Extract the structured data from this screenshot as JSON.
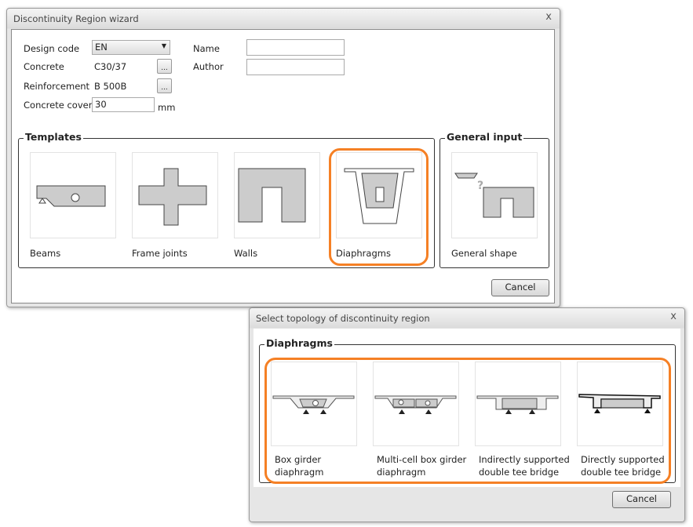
{
  "wizard": {
    "title": "Discontinuity Region wizard",
    "close": "x",
    "design_code_label": "Design code",
    "design_code_value": "EN",
    "concrete_label": "Concrete",
    "concrete_value": "C30/37",
    "reinforcement_label": "Reinforcement",
    "reinforcement_value": "B 500B",
    "cover_label": "Concrete cover",
    "cover_value": "30",
    "cover_unit": "mm",
    "name_label": "Name",
    "name_value": "",
    "author_label": "Author",
    "author_value": "",
    "browse": "...",
    "templates_title": "Templates",
    "templates": [
      {
        "label": "Beams"
      },
      {
        "label": "Frame joints"
      },
      {
        "label": "Walls"
      },
      {
        "label": "Diaphragms"
      }
    ],
    "general_title": "General input",
    "general_label": "General shape",
    "cancel": "Cancel"
  },
  "topology": {
    "title": "Select topology of discontinuity region",
    "close": "x",
    "group_title": "Diaphragms",
    "items": [
      {
        "line1": "Box girder",
        "line2": "diaphragm"
      },
      {
        "line1": "Multi-cell box girder",
        "line2": "diaphragm"
      },
      {
        "line1": "Indirectly supported",
        "line2": "double tee bridge"
      },
      {
        "line1": "Directly supported",
        "line2": "double tee bridge"
      }
    ],
    "cancel": "Cancel"
  },
  "colors": {
    "highlight": "#f58025"
  }
}
